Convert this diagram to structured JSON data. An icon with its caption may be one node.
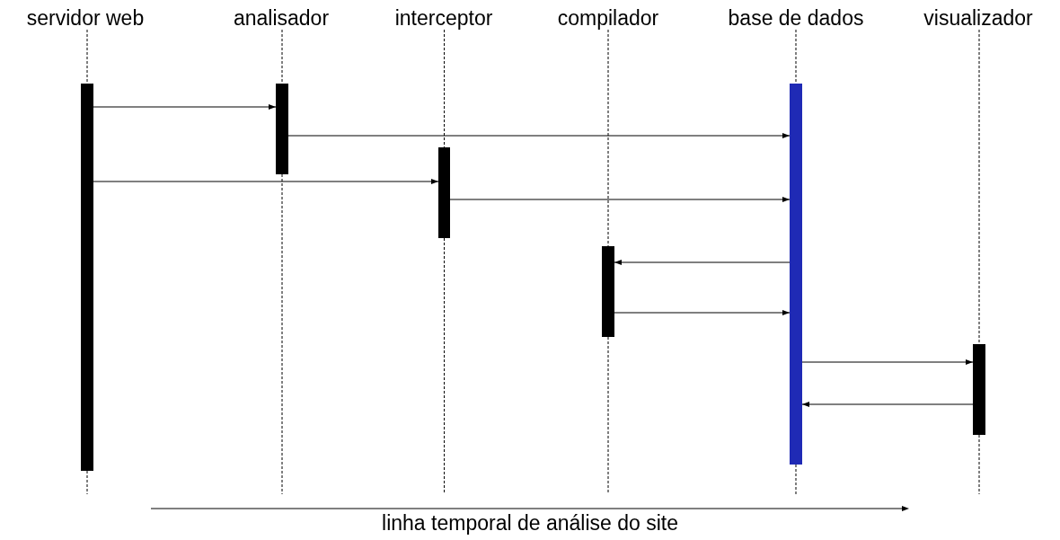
{
  "diagram": {
    "nodes": [
      {
        "text": [
          "servidor web"
        ]
      },
      {
        "text": [
          "analisador"
        ]
      },
      {
        "text": [
          "interceptor"
        ]
      },
      {
        "text": [
          "compilador"
        ]
      },
      {
        "text": [
          "base de dados"
        ]
      },
      {
        "text": [
          "visualizador"
        ]
      },
      {
        "text": [],
        "shape": "bar"
      },
      {
        "text": [],
        "shape": "bar"
      },
      {
        "text": [],
        "shape": "bar"
      },
      {
        "text": [],
        "shape": "bar"
      },
      {
        "text": [],
        "shape": "bar"
      },
      {
        "text": [],
        "shape": "bar"
      }
    ],
    "edges": [
      {
        "from": 0,
        "to": 6,
        "arrow": "none",
        "style": "dashed"
      },
      {
        "from": 1,
        "to": 7,
        "arrow": "none",
        "style": "dashed"
      },
      {
        "from": 2,
        "to": 8,
        "arrow": "none",
        "style": "dashed"
      },
      {
        "from": 3,
        "to": 9,
        "arrow": "none",
        "style": "dashed"
      },
      {
        "from": 4,
        "to": 10,
        "arrow": "none",
        "style": "dashed"
      },
      {
        "from": 5,
        "to": 11,
        "arrow": "none",
        "style": "dashed"
      },
      {
        "from": 6,
        "to": 7,
        "arrow": "to"
      },
      {
        "from": 7,
        "to": 10,
        "arrow": "to"
      },
      {
        "from": 6,
        "to": 8,
        "arrow": "to"
      },
      {
        "from": 8,
        "to": 10,
        "arrow": "to"
      },
      {
        "from": 10,
        "to": 9,
        "arrow": "to"
      },
      {
        "from": 9,
        "to": 10,
        "arrow": "to"
      },
      {
        "from": 10,
        "to": 11,
        "arrow": "to"
      },
      {
        "from": 11,
        "to": 10,
        "arrow": "to"
      }
    ],
    "labels": [
      "linha temporal de análise do site"
    ]
  }
}
